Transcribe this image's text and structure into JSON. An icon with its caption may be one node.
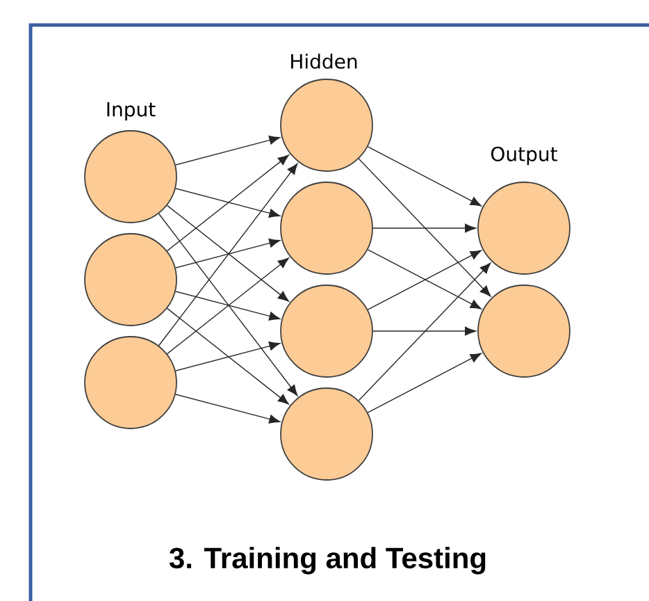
{
  "diagram": {
    "caption": "3. Training and Testing",
    "nodes": [
      {
        "text": [],
        "shape": "circle"
      },
      {
        "text": [],
        "shape": "circle"
      },
      {
        "text": [],
        "shape": "circle"
      },
      {
        "text": [],
        "shape": "circle"
      },
      {
        "text": [],
        "shape": "circle"
      },
      {
        "text": [],
        "shape": "circle"
      },
      {
        "text": [],
        "shape": "circle"
      },
      {
        "text": [],
        "shape": "circle"
      },
      {
        "text": [],
        "shape": "circle"
      }
    ],
    "edges": [
      {
        "from": 0,
        "to": 3,
        "arrow": "to"
      },
      {
        "from": 0,
        "to": 4,
        "arrow": "to"
      },
      {
        "from": 0,
        "to": 5,
        "arrow": "to"
      },
      {
        "from": 0,
        "to": 6,
        "arrow": "to"
      },
      {
        "from": 1,
        "to": 3,
        "arrow": "to"
      },
      {
        "from": 1,
        "to": 4,
        "arrow": "to"
      },
      {
        "from": 1,
        "to": 5,
        "arrow": "to"
      },
      {
        "from": 1,
        "to": 6,
        "arrow": "to"
      },
      {
        "from": 2,
        "to": 3,
        "arrow": "to"
      },
      {
        "from": 2,
        "to": 4,
        "arrow": "to"
      },
      {
        "from": 2,
        "to": 5,
        "arrow": "to"
      },
      {
        "from": 2,
        "to": 6,
        "arrow": "to"
      },
      {
        "from": 3,
        "to": 7,
        "arrow": "to"
      },
      {
        "from": 3,
        "to": 8,
        "arrow": "to"
      },
      {
        "from": 4,
        "to": 7,
        "arrow": "to"
      },
      {
        "from": 4,
        "to": 8,
        "arrow": "to"
      },
      {
        "from": 5,
        "to": 7,
        "arrow": "to"
      },
      {
        "from": 5,
        "to": 8,
        "arrow": "to"
      },
      {
        "from": 6,
        "to": 7,
        "arrow": "to"
      },
      {
        "from": 6,
        "to": 8,
        "arrow": "to"
      }
    ],
    "labels": [
      "Input",
      "Hidden",
      "Output"
    ]
  }
}
